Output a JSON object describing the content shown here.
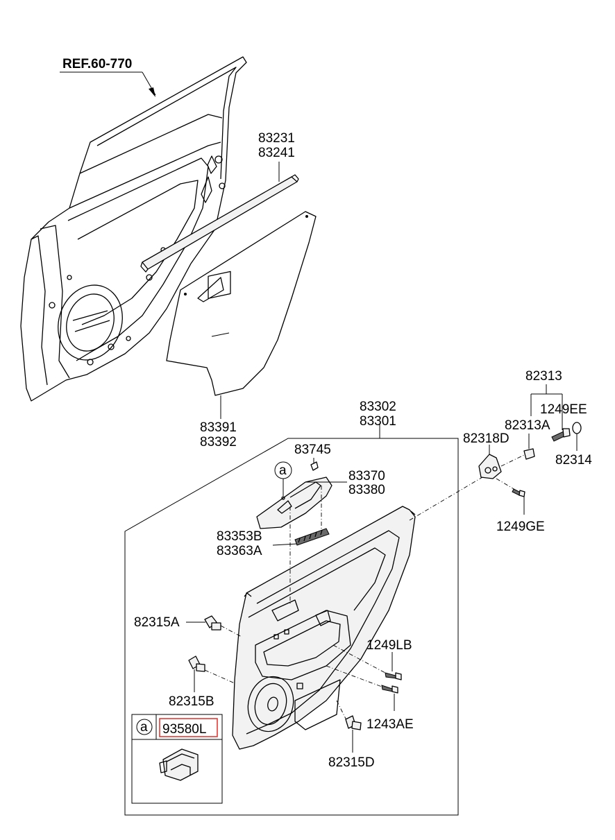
{
  "reference": "REF.60-770",
  "callout_letter": "a",
  "inset_part_number": "93580L",
  "highlight_color": "#e53935",
  "labels": {
    "p83231": "83231",
    "p83241": "83241",
    "p83391": "83391",
    "p83392": "83392",
    "p83302": "83302",
    "p83301": "83301",
    "p83745": "83745",
    "p83370": "83370",
    "p83380": "83380",
    "p83353B": "83353B",
    "p83363A": "83363A",
    "p82315A": "82315A",
    "p82315B": "82315B",
    "p82315D": "82315D",
    "p1249LB": "1249LB",
    "p1243AE": "1243AE",
    "p82313": "82313",
    "p1249EE": "1249EE",
    "p82313A": "82313A",
    "p82318D": "82318D",
    "p82314": "82314",
    "p1249GE": "1249GE"
  }
}
